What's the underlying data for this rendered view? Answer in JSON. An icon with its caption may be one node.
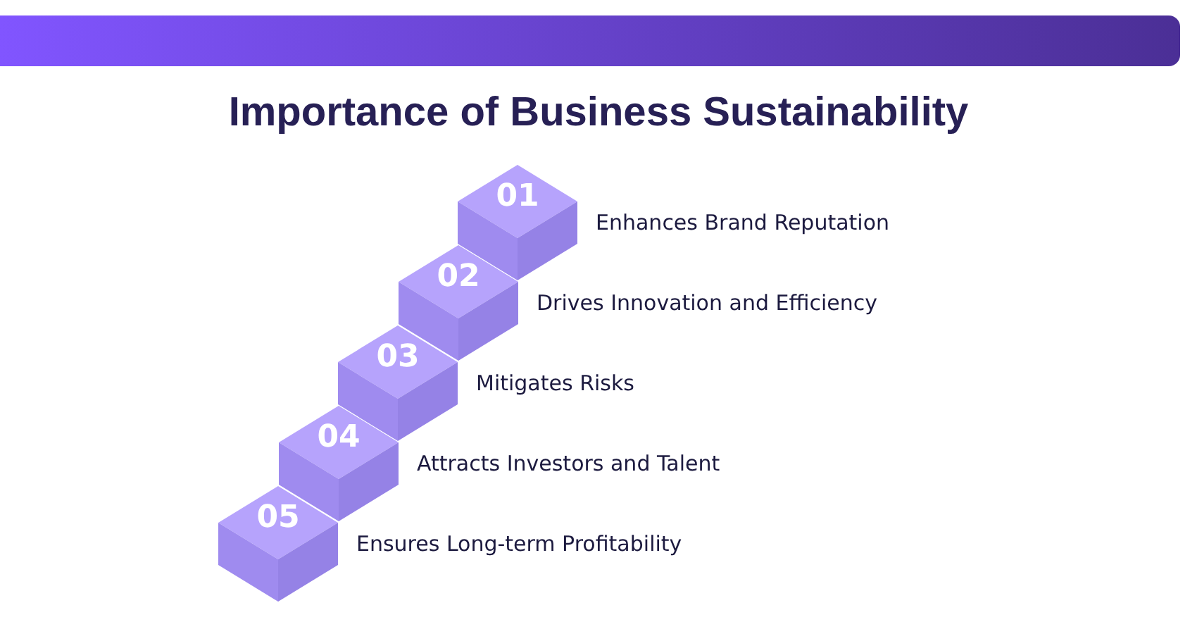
{
  "diagram": {
    "title": "Importance of Business Sustainability",
    "nodes": [
      {
        "text": [
          "01"
        ],
        "beside": [
          "Enhances Brand Reputation"
        ]
      },
      {
        "text": [
          "02"
        ],
        "beside": [
          "Drives Innovation and Efficiency"
        ]
      },
      {
        "text": [
          "03"
        ],
        "beside": [
          "Mitigates Risks"
        ]
      },
      {
        "text": [
          "04"
        ],
        "beside": [
          "Attracts Investors and Talent"
        ]
      },
      {
        "text": [
          "05"
        ],
        "beside": [
          "Ensures Long-term Profitability"
        ]
      }
    ]
  }
}
